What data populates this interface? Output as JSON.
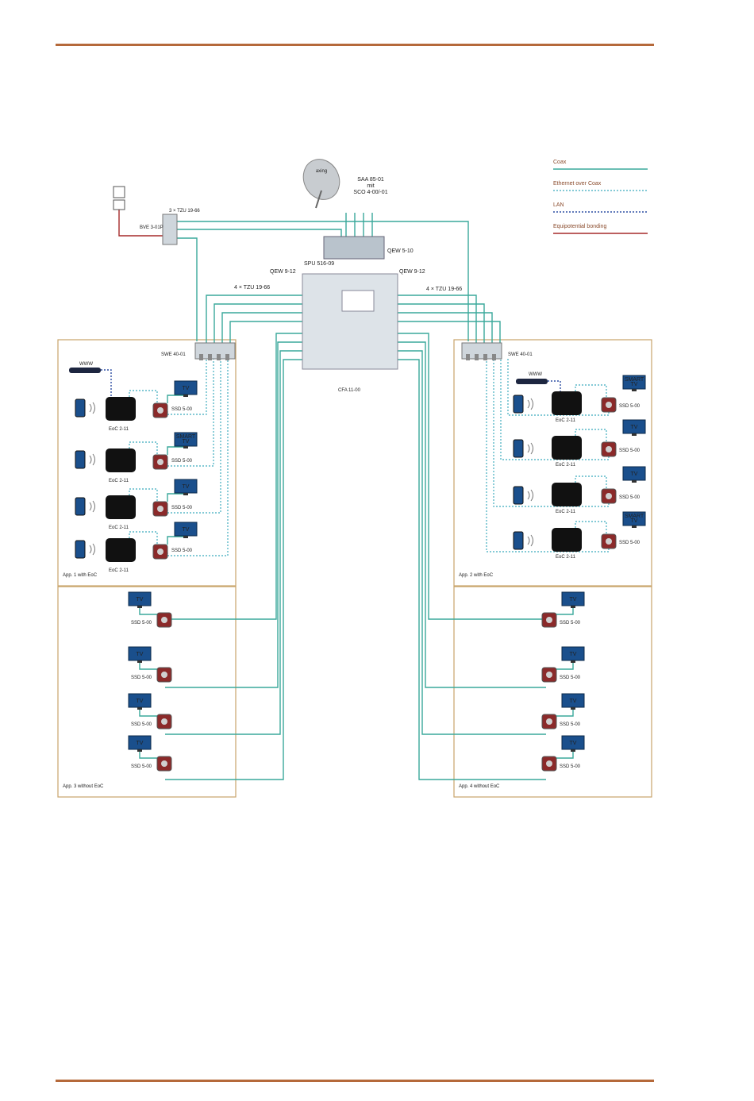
{
  "colors": {
    "rule": "#b5693a",
    "coax": "#3aa99b",
    "eoc": "#5cb8c8",
    "lan": "#2d4ea3",
    "bonding": "#a52a2a",
    "box": "#c9a46a"
  },
  "legend": [
    {
      "label": "Coax",
      "style": "coax"
    },
    {
      "label": "Ethernet over Coax",
      "style": "eoc"
    },
    {
      "label": "LAN",
      "style": "lan"
    },
    {
      "label": "Equipotential bonding",
      "style": "bonding"
    }
  ],
  "head_end": {
    "dish_brand": "axing",
    "dish_label_1": "SAA 85-01",
    "dish_label_2": "mit",
    "dish_label_3": "SCO 4-00/-01",
    "qew_top": "QEW 5-10",
    "spu": "SPU 516-09",
    "qew_left": "QEW 9-12",
    "qew_right": "QEW 9-12",
    "tzu_left": "4 × TZU 19-66",
    "tzu_right": "4 × TZU 19-66",
    "cfa": "CFA 11-00",
    "bve": "BVE 3-01P",
    "tzu_bve": "3 × TZU 19-66"
  },
  "apartments": {
    "app1": "App. 1 with EoC",
    "app2": "App. 2 with EoC",
    "app3": "App. 3 without EoC",
    "app4": "App. 4 without EoC"
  },
  "devices": {
    "swe": "SWE 40-01",
    "www": "WWW",
    "eoc": "EoC 2-11",
    "ssd": "SSD 5-00",
    "tv": "TV",
    "smart_tv_1": "SMART",
    "smart_tv_2": "TV"
  }
}
